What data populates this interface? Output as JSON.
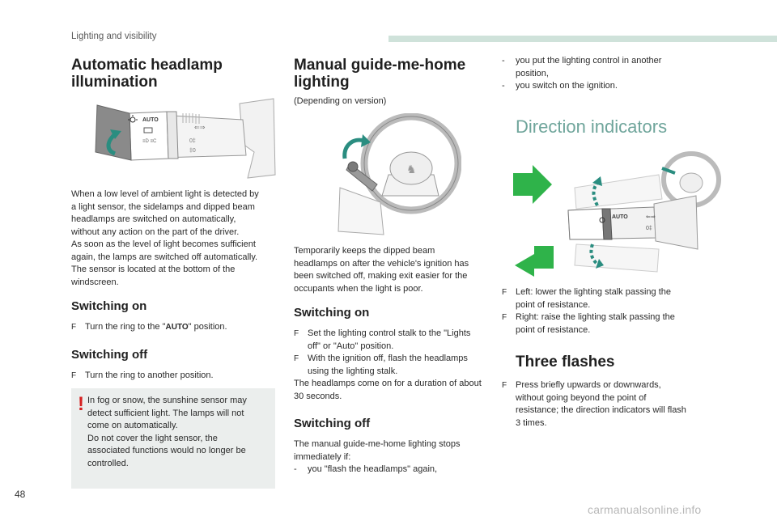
{
  "header": {
    "section": "Lighting and visibility"
  },
  "page_number": "48",
  "watermark": "carmanualsonline.info",
  "col1": {
    "title_line1": "Automatic headlamp",
    "title_line2": "illumination",
    "stalk_label": "AUTO",
    "body": [
      "When a low level of ambient light is detected by",
      "a light sensor, the sidelamps and dipped beam",
      "headlamps are switched on automatically,",
      "without any action on the part of the driver.",
      "As soon as the level of light becomes sufficient",
      "again, the lamps are switched off automatically.",
      "The sensor is located at the bottom of the",
      "windscreen."
    ],
    "switching_on": {
      "heading": "Switching on",
      "marker": "F",
      "text_pre": "Turn the ring to the \"",
      "text_bold": "AUTO",
      "text_post": "\" position."
    },
    "switching_off": {
      "heading": "Switching off",
      "marker": "F",
      "text": "Turn the ring to another position."
    },
    "warning": {
      "mark": "!",
      "lines": [
        "In fog or snow, the sunshine sensor may",
        "detect sufficient light. The lamps will not",
        "come on automatically.",
        "Do not cover the light sensor, the",
        "associated functions would no longer be",
        "controlled."
      ]
    }
  },
  "col2": {
    "title_line1": "Manual guide-me-home",
    "title_line2": "lighting",
    "version_note": "(Depending on version)",
    "body": [
      "Temporarily keeps the dipped beam",
      "headlamps on after the vehicle's ignition has",
      "been switched off, making exit easier for the",
      "occupants when the light is poor."
    ],
    "switching_on": {
      "heading": "Switching on",
      "marker": "F",
      "item1": [
        "Set the lighting control stalk to the \"Lights",
        "off\" or \"Auto\" position."
      ],
      "item2": [
        "With the ignition off, flash the headlamps",
        "using the lighting stalk."
      ],
      "after": [
        "The headlamps come on for a duration of about",
        "30 seconds."
      ]
    },
    "switching_off": {
      "heading": "Switching off",
      "body": [
        "The manual guide-me-home lighting stops",
        "immediately if:"
      ],
      "dash": "-",
      "item1": "you \"flash the headlamps\" again,"
    }
  },
  "col3": {
    "dash": "-",
    "cont_item1": [
      "you put the lighting control in another",
      "position,"
    ],
    "cont_item2": "you switch on the ignition.",
    "direction": {
      "heading": "Direction indicators",
      "stalk_label": "AUTO",
      "marker": "F",
      "item1": [
        "Left: lower the lighting stalk passing the",
        "point of resistance."
      ],
      "item2": [
        "Right: raise the lighting stalk passing the",
        "point of resistance."
      ]
    },
    "three_flashes": {
      "heading": "Three flashes",
      "marker": "F",
      "item": [
        "Press briefly upwards or downwards,",
        "without going beyond the point of",
        "resistance; the direction indicators will flash",
        "3 times."
      ]
    },
    "colors": {
      "green_arrow": "#2fb34a",
      "teal_arrow": "#2a8d80",
      "heading_teal": "#6fa59b"
    }
  }
}
